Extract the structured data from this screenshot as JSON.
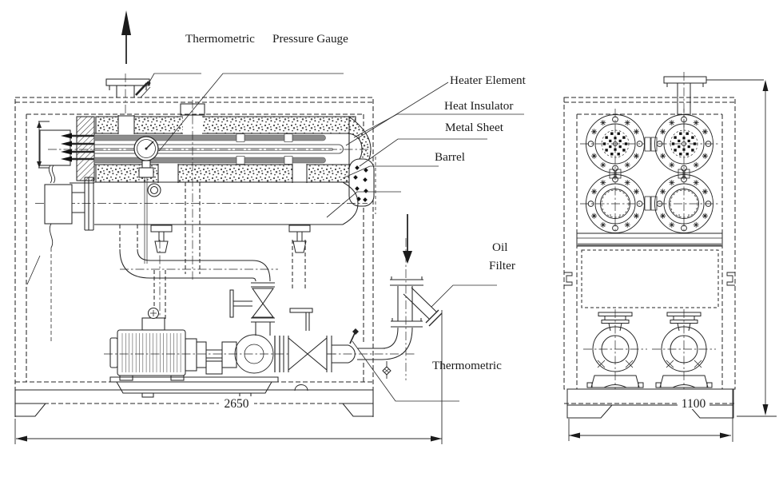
{
  "drawing": {
    "callouts": {
      "thermometric_top": "Thermometric",
      "pressure_gauge": "Pressure Gauge",
      "heater_element": "Heater Element",
      "heat_insulator": "Heat Insulator",
      "metal_sheet": "Metal Sheet",
      "barrel": "Barrel",
      "oil_filter_line1": "Oil",
      "oil_filter_line2": "Filter",
      "thermometric_bottom": "Thermometric"
    },
    "dimensions": {
      "overall_length": "2650",
      "overall_width": "1100"
    },
    "icons": {
      "flow_out": "up-arrow-icon",
      "flow_in": "down-arrow-icon"
    },
    "colors": {
      "line": "#262626",
      "tube_fill": "#8c8c8c",
      "background": "#ffffff"
    }
  }
}
